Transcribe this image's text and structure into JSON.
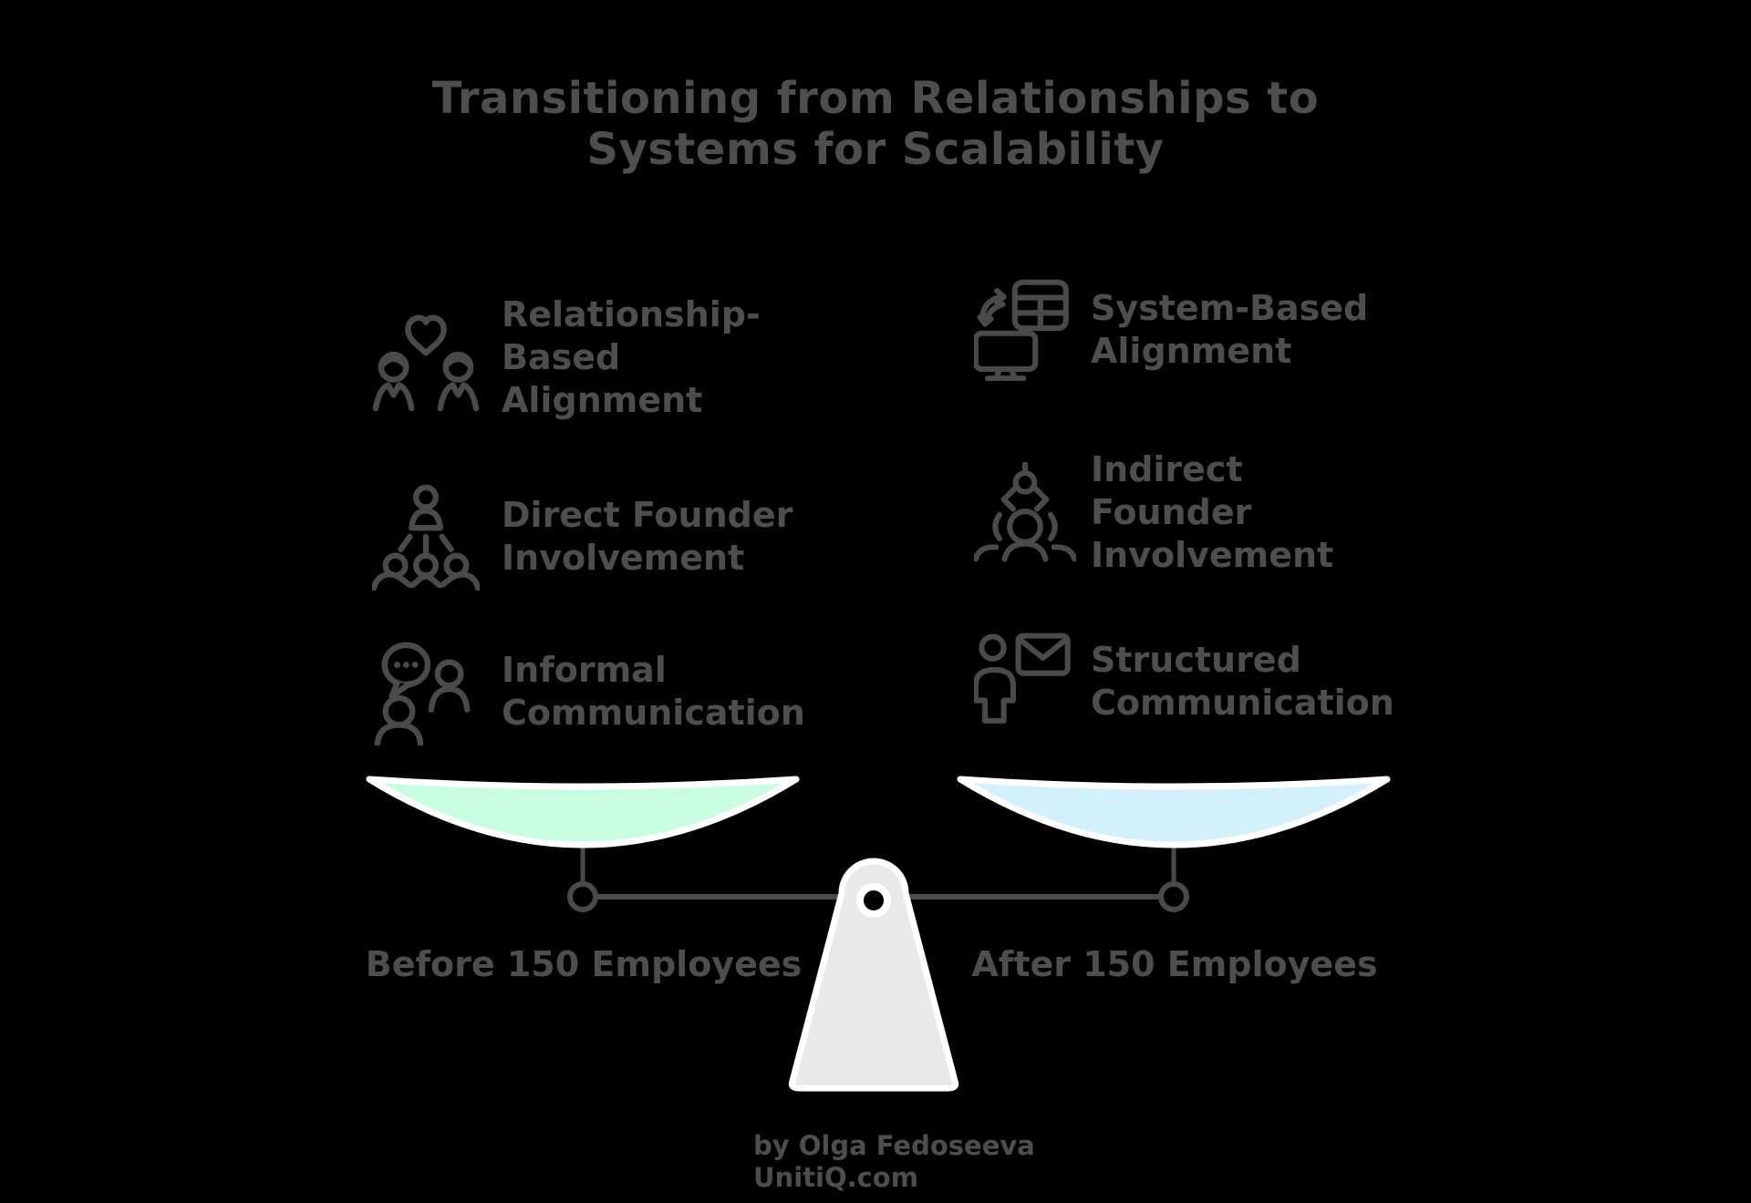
{
  "title": "Transitioning from Relationships to\nSystems for Scalability",
  "left_column": {
    "items": [
      {
        "icon": "relationship-couple-heart-icon",
        "label": "Relationship-\nBased\nAlignment"
      },
      {
        "icon": "founder-hierarchy-icon",
        "label": "Direct Founder\nInvolvement"
      },
      {
        "icon": "chat-people-icon",
        "label": "Informal\nCommunication"
      }
    ]
  },
  "right_column": {
    "items": [
      {
        "icon": "system-grid-monitor-icon",
        "label": "System-Based\nAlignment"
      },
      {
        "icon": "delegation-icon",
        "label": "Indirect\nFounder\nInvolvement"
      },
      {
        "icon": "person-envelope-icon",
        "label": "Structured\nCommunication"
      }
    ]
  },
  "scale": {
    "left_label": "Before 150 Employees",
    "right_label": "After 150 Employees",
    "left_pan_color": "#c9fde1",
    "right_pan_color": "#d3f1fc",
    "fulcrum_color": "#e9e9e9",
    "beam_color": "#4a4a4a",
    "outline_color": "#ffffff"
  },
  "credit": "by Olga Fedoseeva\nUnitiQ.com",
  "colors": {
    "background": "#000000",
    "text": "#4e4e4e",
    "icon_stroke": "#4a4a4a"
  }
}
